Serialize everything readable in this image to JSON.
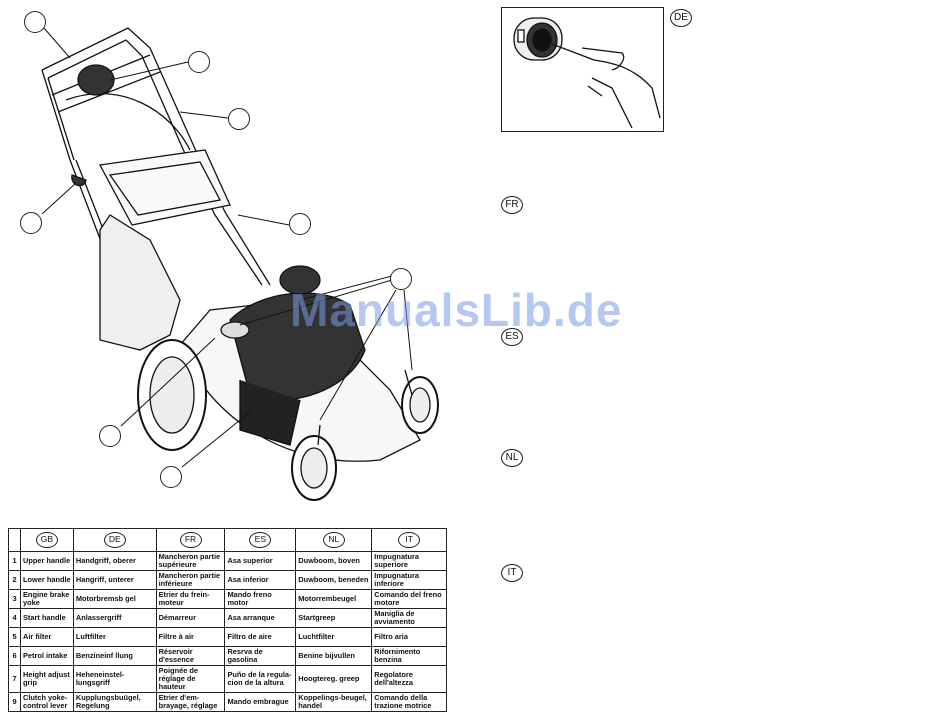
{
  "watermark": "ManualsLib.de",
  "language_markers": [
    "DE",
    "FR",
    "ES",
    "NL",
    "IT"
  ],
  "table": {
    "headers": [
      "GB",
      "DE",
      "FR",
      "ES",
      "NL",
      "IT"
    ],
    "rows": [
      {
        "num": "1",
        "gb": "Upper handle",
        "de": "Handgriff, oberer",
        "fr": "Mancheron partie supérieure",
        "es": "Asa superior",
        "nl": "Duwboom, boven",
        "it": "Impugnatura superiore"
      },
      {
        "num": "2",
        "gb": "Lower handle",
        "de": "Hangriff, unterer",
        "fr": "Mancheron partie inférieure",
        "es": "Asa inferior",
        "nl": "Duwboom, beneden",
        "it": "Impugnatura inferiore"
      },
      {
        "num": "3",
        "gb": "Engine brake yoke",
        "de": "Motorbremsb gel",
        "fr": "Etrier du frein-moteur",
        "es": "Mando freno motor",
        "nl": "Motorrembeugel",
        "it": "Comando del freno motore"
      },
      {
        "num": "4",
        "gb": "Start handle",
        "de": "Anlassergriff",
        "fr": "Démarreur",
        "es": "Asa arranque",
        "nl": "Startgreep",
        "it": "Maniglia de avviamento"
      },
      {
        "num": "5",
        "gb": "Air filter",
        "de": "Luftfilter",
        "fr": "Filtre à air",
        "es": "Filtro de aire",
        "nl": "Luchtfilter",
        "it": "Filtro aria"
      },
      {
        "num": "6",
        "gb": "Petrol intake",
        "de": "Benzineinf llung",
        "fr": "Réservoir d'essence",
        "es": "Resrva de gasolina",
        "nl": "Benine bijvullen",
        "it": "Rifornimento benzina"
      },
      {
        "num": "7",
        "gb": "Height adjust grip",
        "de": "Heheneinstel-lungsgriff",
        "fr": "Poignée de réglage de hauteur",
        "es": "Puño de la regula-cion de la altura",
        "nl": "Hoogtereg. greep",
        "it": "Regolatore dell'altezza"
      },
      {
        "num": "9",
        "gb": "Clutch yoke-control lever",
        "de": "Kupplungsbuügel, Regelung",
        "fr": "Etrier d'em-brayage, réglage",
        "es": "Mando embrague",
        "nl": "Koppelings-beugel, handel",
        "it": "Comando della trazione motrice"
      }
    ]
  }
}
